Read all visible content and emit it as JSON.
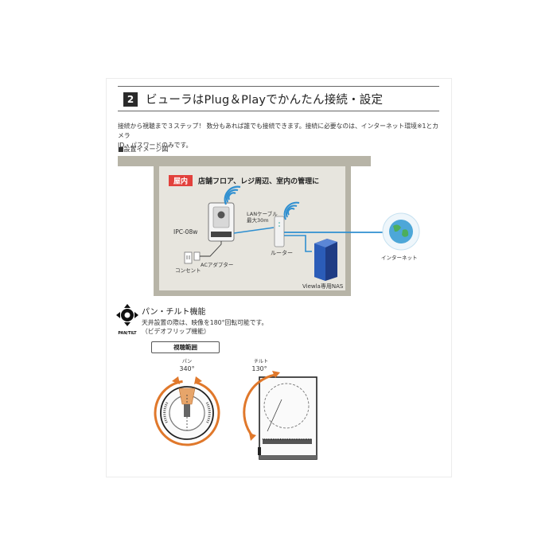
{
  "header": {
    "number": "2",
    "title": "ビューラはPlug＆Playでかんたん接続・設定"
  },
  "intro": {
    "line1": "接続から視聴まで３ステップ！ 数分もあれば誰でも接続できます。接続に必要なのは、インターネット環境※1とカメラ",
    "line2": "ID・パスワードのみです。"
  },
  "setup_section": {
    "label": "■設置イメージ図"
  },
  "diagram": {
    "indoor_badge": "屋内",
    "indoor_caption": "店舗フロア、レジ周辺、室内の管理に",
    "camera_label": "IPC-08w",
    "cable_label_1": "LANケーブル",
    "cable_label_2": "最大30m",
    "router_label": "ルーター",
    "internet_label": "インターネット",
    "adapter_label": "ACアダプター",
    "outlet_label": "コンセント",
    "nas_label": "Viewla専用NAS",
    "colors": {
      "wall": "#b7b4a7",
      "room": "#e7e5de",
      "cable": "#2f8fd0",
      "nas": "#2b4d9c",
      "badge": "#e2413c"
    }
  },
  "pan_tilt": {
    "icon_label": "PAN/TILT",
    "title": "パン・チルト機能",
    "text1": "天井設置の際は、映像を180°回転可能です。",
    "text2": "（ビデオフリップ機能）",
    "range_label": "視聴範囲",
    "pan_label": "パン",
    "pan_value": "340°",
    "tilt_label": "チルト",
    "tilt_value": "130°",
    "colors": {
      "arrow": "#e0782b"
    }
  }
}
